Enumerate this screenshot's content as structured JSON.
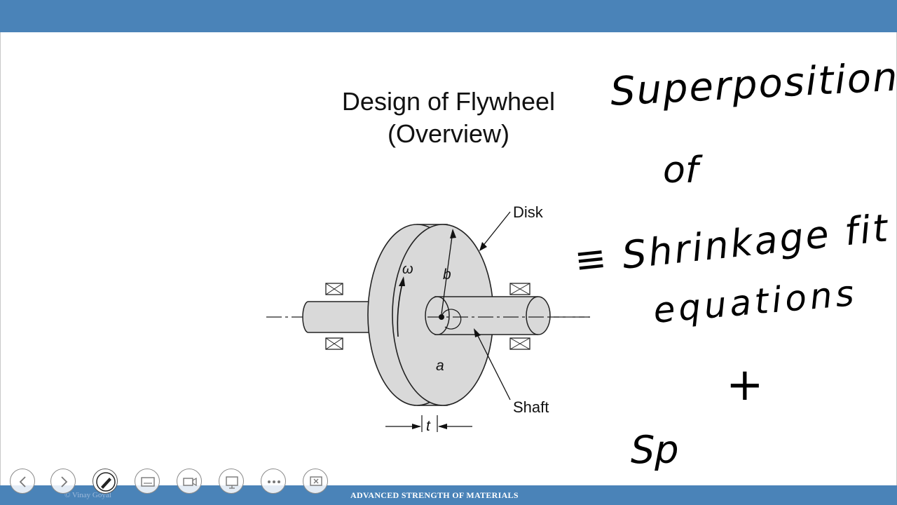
{
  "slide": {
    "title_line1": "Design of Flywheel",
    "title_line2": "(Overview)"
  },
  "diagram": {
    "label_disk": "Disk",
    "label_shaft": "Shaft",
    "label_omega": "ω",
    "label_b": "b",
    "label_a": "a",
    "label_t": "t"
  },
  "annotations": {
    "line1": "Superposition",
    "line2": "of",
    "line3": "≡ Shrinkage fit",
    "line4": "equations",
    "line5": "+",
    "line6": "Sp"
  },
  "footer": {
    "course": "ADVANCED STRENGTH OF MATERIALS",
    "copyright": "© Vinay Goyal"
  },
  "controls": [
    {
      "name": "previous-slide-button",
      "icon": "left-arrow-icon"
    },
    {
      "name": "next-slide-button",
      "icon": "right-arrow-icon"
    },
    {
      "name": "pen-tool-button",
      "icon": "pen-icon"
    },
    {
      "name": "subtitles-button",
      "icon": "subtitles-icon"
    },
    {
      "name": "camera-button",
      "icon": "camera-icon"
    },
    {
      "name": "slide-view-button",
      "icon": "slide-icon"
    },
    {
      "name": "more-options-button",
      "icon": "ellipsis-icon"
    },
    {
      "name": "end-show-button",
      "icon": "exit-slide-icon"
    }
  ],
  "colors": {
    "bar": "#4a83b8",
    "ink": "#000000"
  }
}
